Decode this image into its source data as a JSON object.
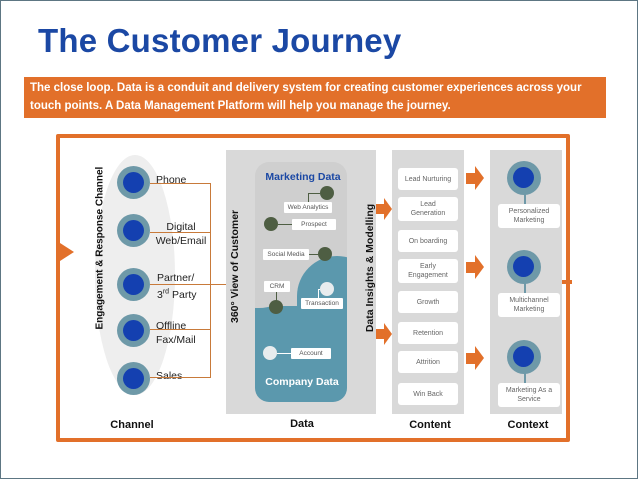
{
  "title": "The Customer Journey",
  "banner": "The close loop. Data is a conduit and delivery system for creating customer experiences across your touch points. A Data Management Platform will help you manage the journey.",
  "colors": {
    "accent": "#e2702a",
    "title_blue": "#1b48a4",
    "node_blue": "#1440b0",
    "node_ring": "#6e99a8",
    "panel_gray": "#d9d9d9",
    "company_teal": "#5b98ad"
  },
  "channel": {
    "vertical_label": "Engagement & Response Channel",
    "items": [
      {
        "line1": "Phone",
        "line2": ""
      },
      {
        "line1": "Digital",
        "line2": "Web/Email"
      },
      {
        "line1": "Partner/",
        "line2": "3rd Party"
      },
      {
        "line1": "Offline",
        "line2": "Fax/Mail"
      },
      {
        "line1": "Sales",
        "line2": ""
      }
    ],
    "footer": "Channel"
  },
  "data": {
    "vertical_label": "360° View of Customer",
    "marketing_title": "Marketing Data",
    "company_title": "Company Data",
    "sources": [
      "Web Analytics",
      "Prospect",
      "Social Media",
      "CRM",
      "Transaction",
      "Account"
    ],
    "right_label": "Data Insights & Modelling",
    "footer": "Data"
  },
  "content": {
    "stages": [
      "Lead Nurturing",
      "Lead Generation",
      "On boarding",
      "Early Engagement",
      "Growth",
      "Retention",
      "Attrition",
      "Win Back"
    ],
    "footer": "Content"
  },
  "context": {
    "items": [
      "Personalized Marketing",
      "Multichannel Marketing",
      "Marketing As a Service"
    ],
    "footer": "Context"
  }
}
